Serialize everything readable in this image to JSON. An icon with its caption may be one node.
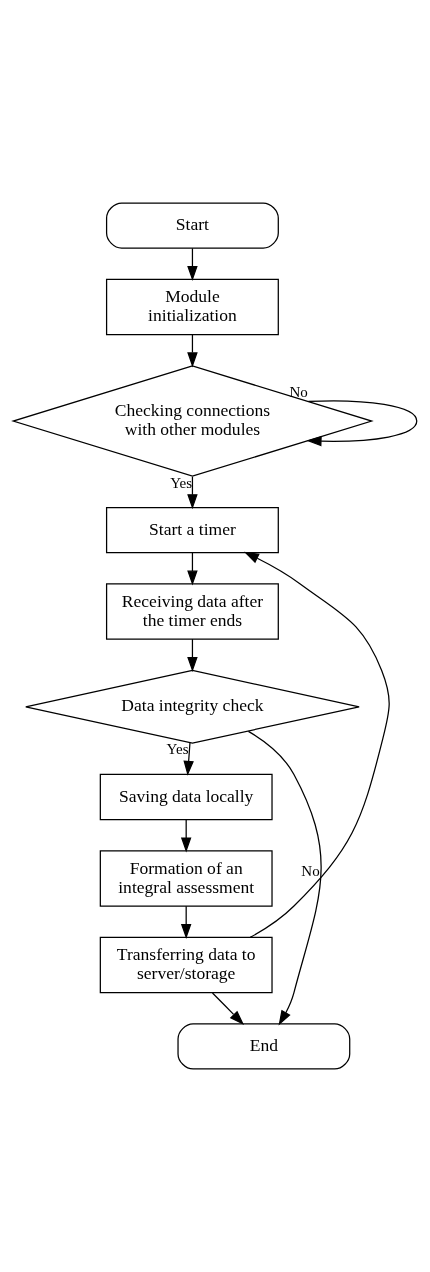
{
  "diagram": {
    "nodes": [
      {
        "text": [
          "Start"
        ]
      },
      {
        "text": [
          "Module initialization"
        ]
      },
      {
        "text": [
          "Checking connections with other modules"
        ]
      },
      {
        "text": [
          "Start a timer"
        ]
      },
      {
        "text": [
          "Receiving data after the timer ends"
        ]
      },
      {
        "text": [
          "Data integrity check"
        ]
      },
      {
        "text": [
          "Saving data locally"
        ]
      },
      {
        "text": [
          "Formation of an integral assessment"
        ]
      },
      {
        "text": [
          "Transferring data to server/storage"
        ]
      },
      {
        "text": [
          "End"
        ]
      }
    ],
    "edges": [
      {
        "from": 0,
        "to": 1,
        "arrow": "to"
      },
      {
        "from": 1,
        "to": 2,
        "arrow": "to"
      },
      {
        "from": 2,
        "to": 2,
        "arrow": "to",
        "label": "No"
      },
      {
        "from": 2,
        "to": 3,
        "arrow": "to",
        "label": "Yes"
      },
      {
        "from": 3,
        "to": 4,
        "arrow": "to"
      },
      {
        "from": 4,
        "to": 5,
        "arrow": "to"
      },
      {
        "from": 5,
        "to": 6,
        "arrow": "to",
        "label": "Yes"
      },
      {
        "from": 6,
        "to": 7,
        "arrow": "to"
      },
      {
        "from": 7,
        "to": 8,
        "arrow": "to"
      },
      {
        "from": 8,
        "to": 3,
        "arrow": "to"
      },
      {
        "from": 5,
        "to": 9,
        "arrow": "to",
        "label": "No"
      },
      {
        "from": 8,
        "to": 9,
        "arrow": "to"
      }
    ]
  }
}
